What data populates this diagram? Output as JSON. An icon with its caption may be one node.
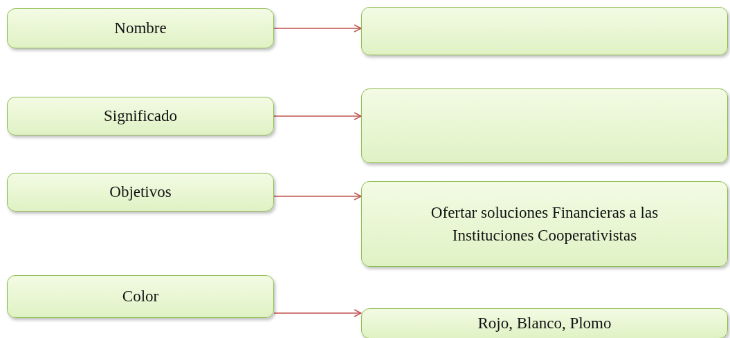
{
  "diagram": {
    "nodes": [
      {
        "text": [
          "Nombre"
        ]
      },
      {
        "text": [],
        "shape": "box"
      },
      {
        "text": [
          "Significado"
        ]
      },
      {
        "text": [],
        "shape": "box"
      },
      {
        "text": [
          "Objetivos"
        ]
      },
      {
        "text": [
          "Ofertar soluciones Financieras a las Instituciones Cooperativistas"
        ]
      },
      {
        "text": [
          "Color"
        ]
      },
      {
        "text": [
          "Rojo, Blanco, Plomo"
        ]
      }
    ],
    "edges": [
      {
        "from": 0,
        "to": 1,
        "arrow": "to"
      },
      {
        "from": 2,
        "to": 3,
        "arrow": "to"
      },
      {
        "from": 4,
        "to": 5,
        "arrow": "to"
      },
      {
        "from": 6,
        "to": 7,
        "arrow": "to"
      }
    ]
  }
}
